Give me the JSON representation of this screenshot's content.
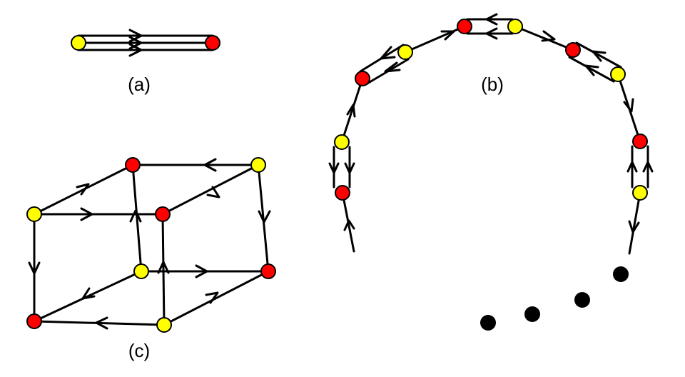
{
  "colors": {
    "yellow": "#ffff00",
    "red": "#ff0000",
    "dot": "#000000",
    "edge": "#000000"
  },
  "panels": {
    "a": {
      "label": "(a)"
    },
    "b": {
      "label": "(b)"
    },
    "c": {
      "label": "(c)"
    }
  }
}
